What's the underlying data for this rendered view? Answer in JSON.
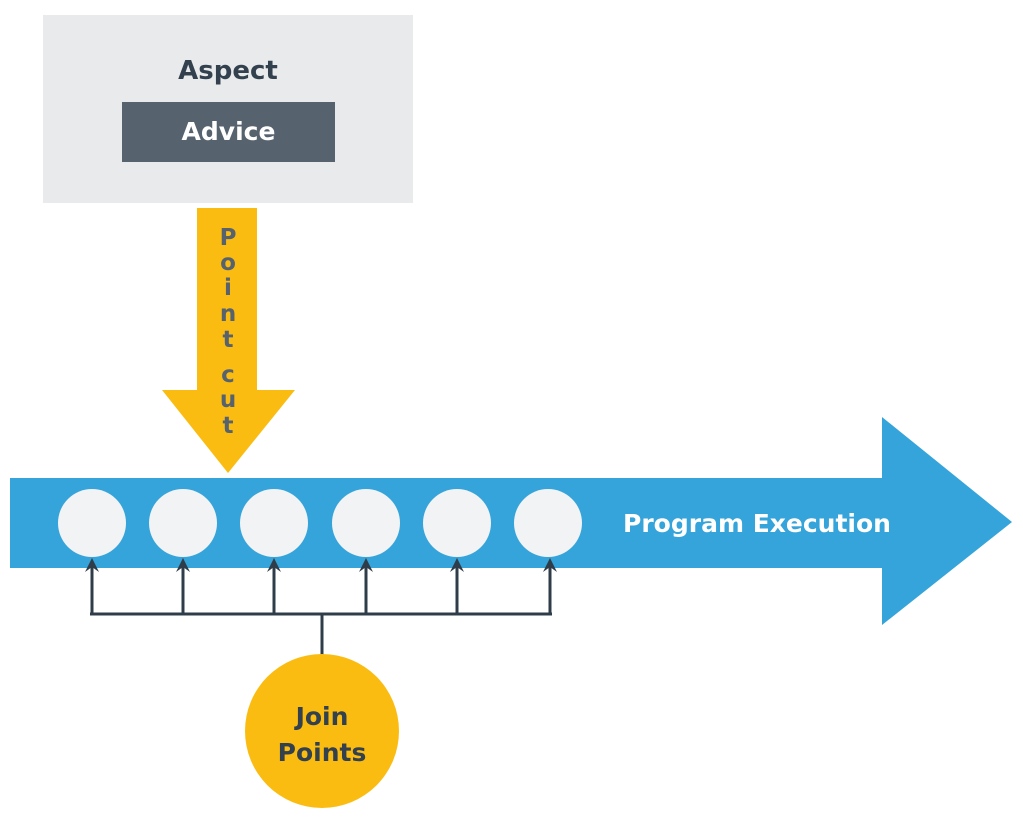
{
  "aspect": {
    "title": "Aspect",
    "advice_label": "Advice"
  },
  "pointcut": {
    "letters": [
      "P",
      "o",
      "i",
      "n",
      "t",
      "c",
      "u",
      "t"
    ]
  },
  "execution": {
    "label": "Program Execution",
    "join_point_count": 6
  },
  "join_points": {
    "label_line1": "Join",
    "label_line2": "Points"
  },
  "colors": {
    "aspect_bg": "#e9eaec",
    "advice_bg": "#56626e",
    "pointcut_arrow": "#fbbc12",
    "execution_arrow": "#35a4db",
    "join_point_fill": "#f2f3f4",
    "connector": "#2f3d4a",
    "dark_text": "#33404d"
  }
}
